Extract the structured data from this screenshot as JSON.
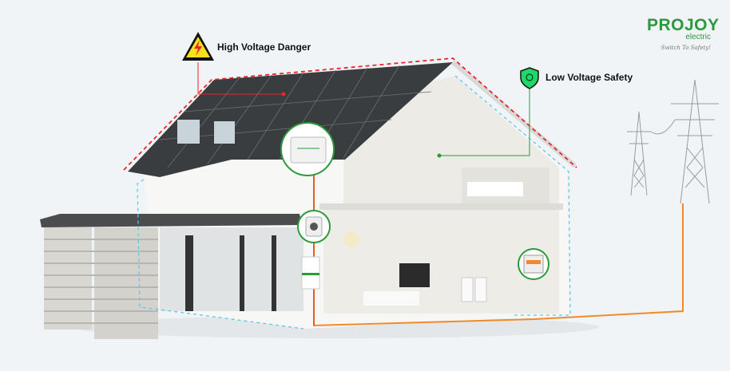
{
  "brand": {
    "name": "PROJOY",
    "sub": "electric",
    "slogan": "Switch To Safety!"
  },
  "callouts": {
    "high_voltage": "High Voltage Danger",
    "low_voltage": "Low Voltage Safety"
  },
  "colors": {
    "brand_green": "#2a9a3a",
    "high_voltage_line": "#e8252b",
    "low_voltage_line": "#5ec6ea",
    "safety_shield": "#1ed86a",
    "warning_yellow": "#f7e21b",
    "cable": "#f08a2a"
  },
  "icons": [
    "high-voltage-warning-icon",
    "shield-check-icon"
  ]
}
